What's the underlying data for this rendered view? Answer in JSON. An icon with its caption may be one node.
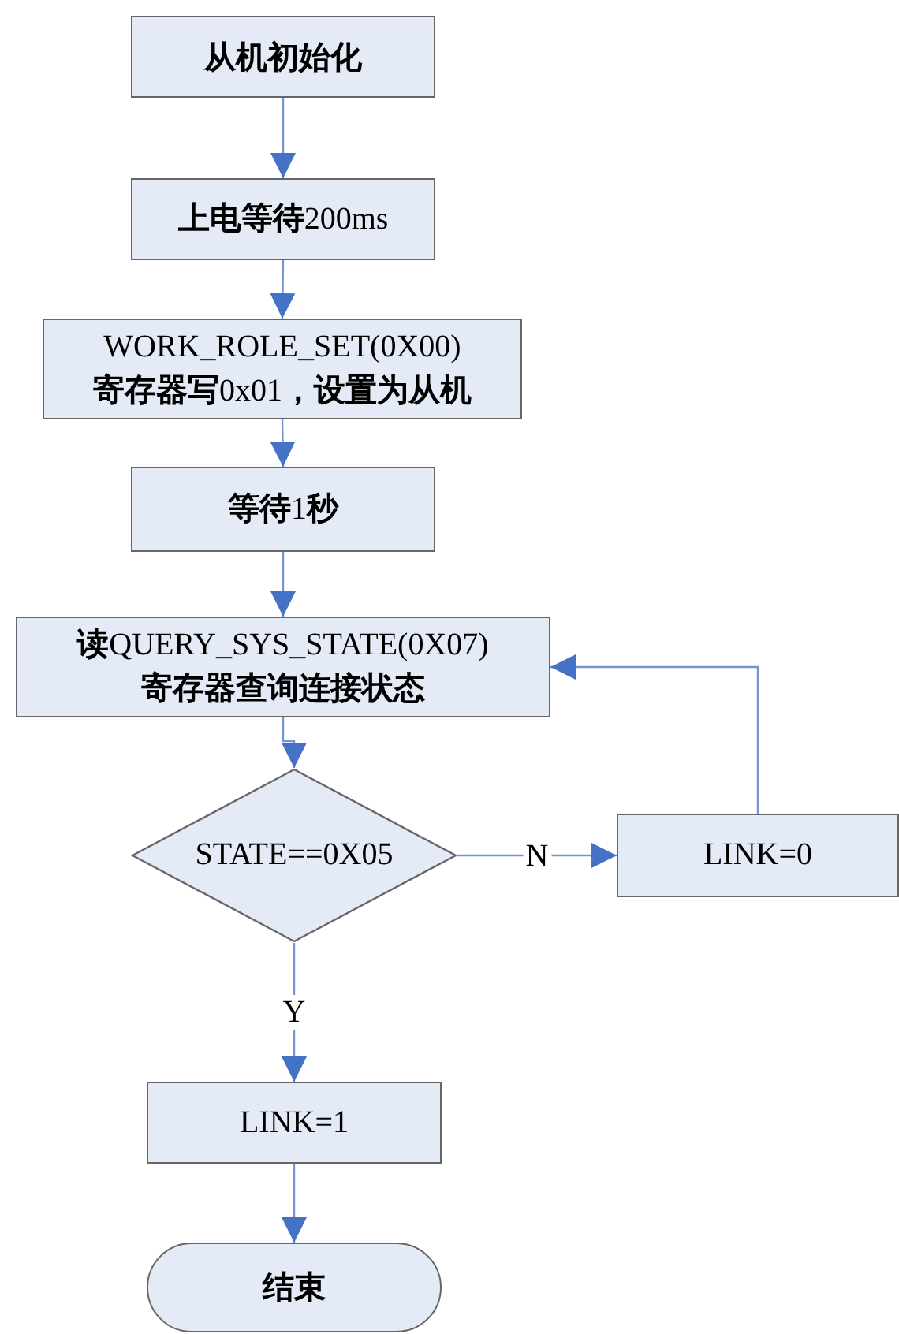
{
  "diagram": {
    "nodes": [
      {
        "text": [
          "从机初始化"
        ]
      },
      {
        "text": [
          "**上电等待**200ms"
        ]
      },
      {
        "text": [
          "WORK_ROLE_SET(0X00) **寄存器写**0x01**，设置为从机**"
        ]
      },
      {
        "text": [
          "**等待**1**秒**"
        ]
      },
      {
        "text": [
          "**读**QUERY_SYS_STATE(0X07) **寄存器查询连接状态**"
        ]
      },
      {
        "text": [
          "STATE==0X05"
        ]
      },
      {
        "text": [
          "LINK=0"
        ]
      },
      {
        "text": [
          "LINK=1"
        ]
      },
      {
        "text": [
          "结束"
        ]
      }
    ],
    "edges": [
      {
        "from": 0,
        "to": 1,
        "arrow": "to"
      },
      {
        "from": 1,
        "to": 2,
        "arrow": "to"
      },
      {
        "from": 2,
        "to": 3,
        "arrow": "to"
      },
      {
        "from": 3,
        "to": 4,
        "arrow": "to"
      },
      {
        "from": 4,
        "to": 5,
        "arrow": "to"
      },
      {
        "from": 5,
        "to": 6,
        "arrow": "to",
        "label": "N"
      },
      {
        "from": 6,
        "to": 4,
        "arrow": "to"
      },
      {
        "from": 5,
        "to": 7,
        "arrow": "to",
        "label": "Y"
      },
      {
        "from": 7,
        "to": 8,
        "arrow": "to"
      }
    ]
  }
}
